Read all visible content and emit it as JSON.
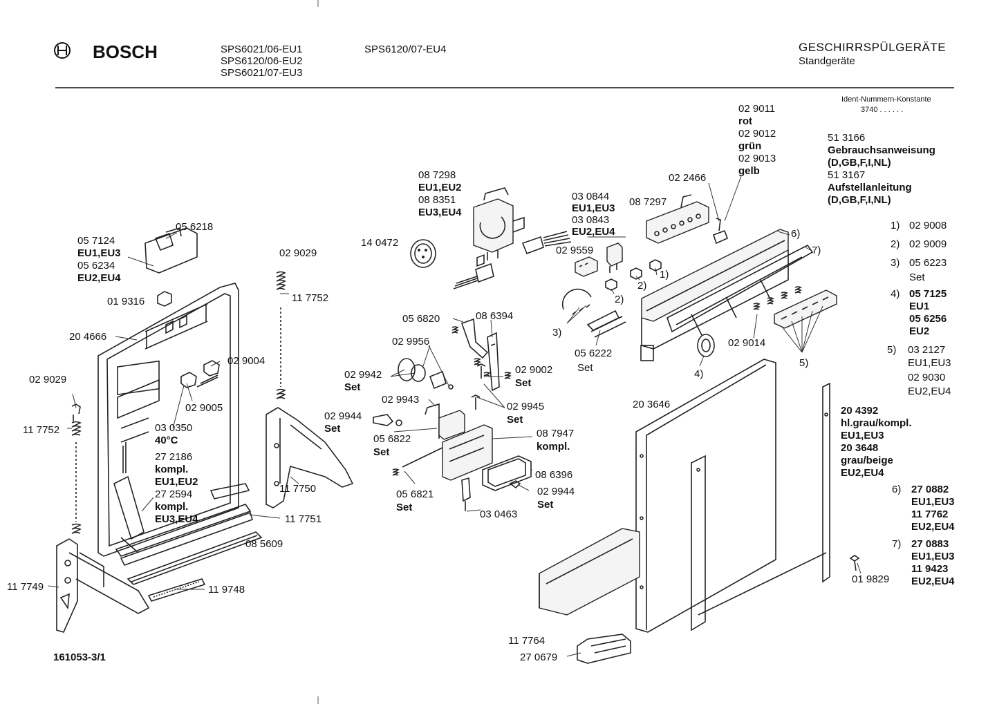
{
  "header": {
    "brand": "BOSCH",
    "models_col1": [
      "SPS6021/06-EU1",
      "SPS6120/06-EU2",
      "SPS6021/07-EU3"
    ],
    "models_col2": "SPS6120/07-EU4",
    "title": "GESCHIRRSPÜLGERÄTE",
    "subtitle": "Standgeräte",
    "ident_label": "Ident-Nummern-Konstante",
    "ident_value": "3740  . .  . . . ."
  },
  "legend": {
    "docs": [
      "51 3166",
      "Gebrauchsanweisung",
      "(D,GB,F,I,NL)",
      "51 3167",
      "Aufstellanleitung",
      "(D,GB,F,I,NL)"
    ],
    "items": [
      {
        "key": "1)",
        "lines": [
          "02 9008"
        ]
      },
      {
        "key": "2)",
        "lines": [
          "02 9009"
        ]
      },
      {
        "key": "3)",
        "lines": [
          "05 6223",
          "Set"
        ]
      },
      {
        "key": "4)",
        "lines": [
          "05 7125",
          "EU1",
          "05 6256",
          "EU2"
        ]
      },
      {
        "key": "5)",
        "lines": [
          "03 2127",
          "EU1,EU3",
          "02 9030",
          "EU2,EU4"
        ]
      },
      {
        "key": "6)",
        "lines": [
          "27 0882",
          "EU1,EU3",
          "11 7762",
          "EU2,EU4"
        ]
      },
      {
        "key": "7)",
        "lines": [
          "27 0883",
          "EU1,EU3",
          "11 9423",
          "EU2,EU4"
        ]
      }
    ],
    "panel": [
      "20 4392",
      "hl.grau/kompl.",
      "EU1,EU3",
      "20 3648",
      "grau/beige",
      "EU2,EU4"
    ],
    "part_019829": "01 9829"
  },
  "labels": {
    "l029011": [
      "02 9011",
      "rot",
      "02 9012",
      "grün",
      "02 9013",
      "gelb"
    ],
    "l022466": "02 2466",
    "l087297": "08 7297",
    "l030844": [
      "03 0844",
      "EU1,EU3",
      "03 0843",
      "EU2,EU4"
    ],
    "l087298": [
      "08 7298",
      "EU1,EU2",
      "08 8351",
      "EU3,EU4"
    ],
    "l140472": "14 0472",
    "l029559": "02 9559",
    "k6": "6)",
    "k7": "7)",
    "k1": "1)",
    "k2a": "2)",
    "k2b": "2)",
    "k3": "3)",
    "k4": "4)",
    "k5": "5)",
    "l057124": [
      "05 7124",
      "EU1,EU3",
      "05 6234",
      "EU2,EU4"
    ],
    "l056218": "05 6218",
    "l019316": "01 9316",
    "l204666": "20 4666",
    "l029029a": "02 9029",
    "l117752a": "11 7752",
    "l029029b": "02 9029",
    "l117752b": "11 7752",
    "l029004": "02 9004",
    "l029005": "02 9005",
    "l030350": [
      "03 0350",
      "40°C"
    ],
    "l272186": [
      "27 2186",
      "kompl.",
      "EU1,EU2",
      "27 2594",
      "kompl.",
      "EU3,EU4"
    ],
    "l056820": "05 6820",
    "l086394": "08 6394",
    "l029956": "02 9956",
    "l029942": [
      "02 9942",
      "Set"
    ],
    "l029002": [
      "02 9002",
      "Set"
    ],
    "l029943": "02 9943",
    "l029945": [
      "02 9945",
      "Set"
    ],
    "l029944a": [
      "02 9944",
      "Set"
    ],
    "l056822": [
      "05 6822",
      "Set"
    ],
    "l087947": [
      "08 7947",
      "kompl."
    ],
    "l086396": "08 6396",
    "l029944b": [
      "02 9944",
      "Set"
    ],
    "l056821": [
      "05 6821",
      "Set"
    ],
    "l030463": "03 0463",
    "l056222": [
      "05 6222",
      "Set"
    ],
    "l029014": "02 9014",
    "l203646": "20 3646",
    "l117750": "11 7750",
    "l117751": "11 7751",
    "l085609": "08 5609",
    "l117749": "11 7749",
    "l119748": "11 9748",
    "l117764": "11 7764",
    "l270679": "27 0679",
    "docnum": "161053-3/1"
  }
}
